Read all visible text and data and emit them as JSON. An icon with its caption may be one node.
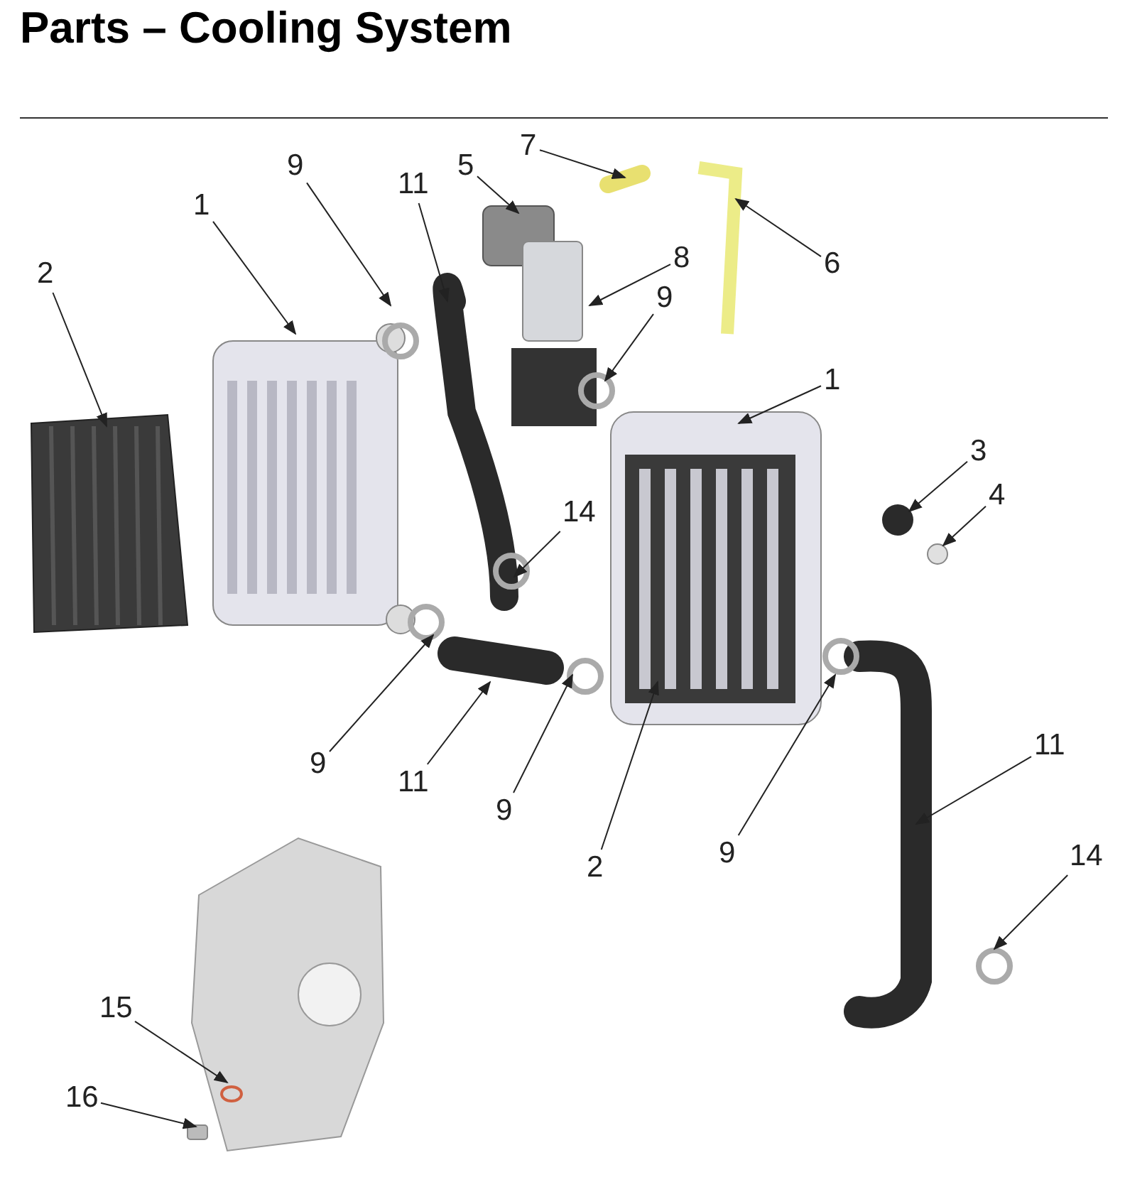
{
  "diagram": {
    "title": "Parts – Cooling System",
    "nodes": [
      {
        "text": [
          "9"
        ]
      },
      {
        "text": [
          "11"
        ]
      },
      {
        "text": [
          "5"
        ]
      },
      {
        "text": [
          "7"
        ]
      },
      {
        "text": [
          "1"
        ]
      },
      {
        "text": [
          "8"
        ]
      },
      {
        "text": [
          "6"
        ]
      },
      {
        "text": [
          "2"
        ]
      },
      {
        "text": [
          "9"
        ]
      },
      {
        "text": [
          "1"
        ]
      },
      {
        "text": [
          "3"
        ]
      },
      {
        "text": [
          "4"
        ]
      },
      {
        "text": [
          "14"
        ]
      },
      {
        "text": [
          "9"
        ]
      },
      {
        "text": [
          "11"
        ]
      },
      {
        "text": [
          "9"
        ]
      },
      {
        "text": [
          "2"
        ]
      },
      {
        "text": [
          "9"
        ]
      },
      {
        "text": [
          "11"
        ]
      },
      {
        "text": [
          "14"
        ]
      },
      {
        "text": [
          "15"
        ]
      },
      {
        "text": [
          "16"
        ]
      }
    ],
    "edges": [
      {
        "from": 0,
        "to": null,
        "arrow": "to"
      },
      {
        "from": 1,
        "to": null,
        "arrow": "to"
      },
      {
        "from": 2,
        "to": null,
        "arrow": "to"
      },
      {
        "from": 3,
        "to": null,
        "arrow": "to"
      },
      {
        "from": 4,
        "to": null,
        "arrow": "to"
      },
      {
        "from": 5,
        "to": null,
        "arrow": "to"
      },
      {
        "from": 6,
        "to": null,
        "arrow": "to"
      },
      {
        "from": 7,
        "to": null,
        "arrow": "to"
      },
      {
        "from": 8,
        "to": null,
        "arrow": "to"
      },
      {
        "from": 9,
        "to": null,
        "arrow": "to"
      },
      {
        "from": 10,
        "to": null,
        "arrow": "to"
      },
      {
        "from": 11,
        "to": null,
        "arrow": "to"
      },
      {
        "from": 12,
        "to": null,
        "arrow": "to"
      },
      {
        "from": 13,
        "to": null,
        "arrow": "to"
      },
      {
        "from": 14,
        "to": null,
        "arrow": "to"
      },
      {
        "from": 15,
        "to": null,
        "arrow": "to"
      },
      {
        "from": 16,
        "to": null,
        "arrow": "to"
      },
      {
        "from": 17,
        "to": null,
        "arrow": "to"
      },
      {
        "from": 18,
        "to": null,
        "arrow": "to"
      },
      {
        "from": 19,
        "to": null,
        "arrow": "to"
      },
      {
        "from": 20,
        "to": null,
        "arrow": "to"
      },
      {
        "from": 21,
        "to": null,
        "arrow": "to"
      }
    ]
  }
}
